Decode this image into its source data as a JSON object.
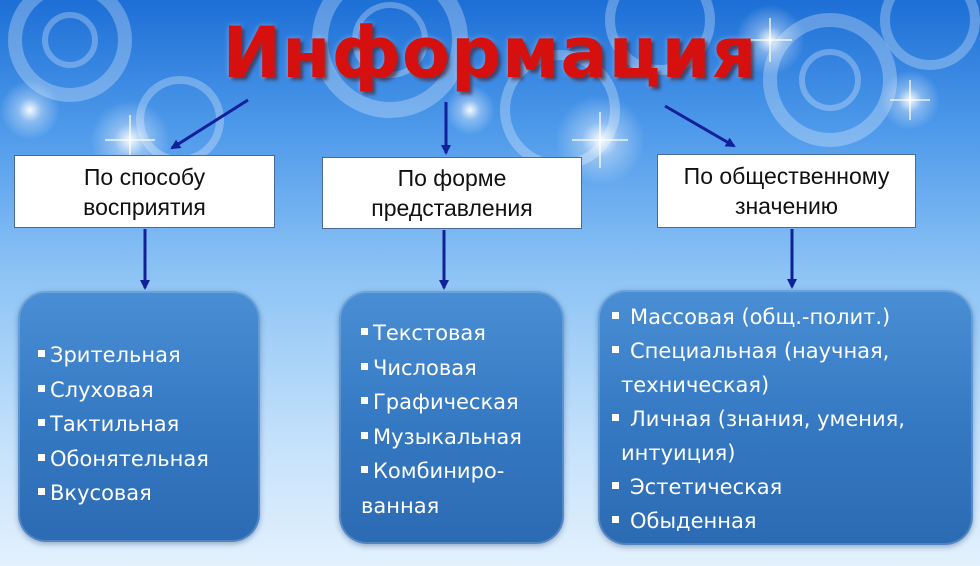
{
  "title": "Информация",
  "categories": [
    {
      "lines": [
        "По способу",
        "восприятия"
      ],
      "items": [
        {
          "lines": [
            "Зрительная"
          ]
        },
        {
          "lines": [
            "Слуховая"
          ]
        },
        {
          "lines": [
            "Тактильная"
          ]
        },
        {
          "lines": [
            "Обонятельная"
          ]
        },
        {
          "lines": [
            "Вкусовая"
          ]
        }
      ]
    },
    {
      "lines": [
        "По форме",
        "представления"
      ],
      "items": [
        {
          "lines": [
            "Текстовая"
          ]
        },
        {
          "lines": [
            "Числовая"
          ]
        },
        {
          "lines": [
            "Графическая"
          ]
        },
        {
          "lines": [
            "Музыкальная"
          ]
        },
        {
          "lines": [
            "Комбиниро-",
            "ванная"
          ]
        }
      ]
    },
    {
      "lines": [
        "По общественному",
        "значению"
      ],
      "items": [
        {
          "lines": [
            "Массовая (общ.-полит.)"
          ]
        },
        {
          "lines": [
            "Специальная (научная,",
            "техническая)"
          ]
        },
        {
          "lines": [
            "Личная (знания, умения,",
            "интуиция)"
          ]
        },
        {
          "lines": [
            "Эстетическая"
          ]
        },
        {
          "lines": [
            "Обыденная"
          ]
        }
      ]
    }
  ],
  "colors": {
    "title": "#d60f0f",
    "arrow": "#12209a",
    "panel": "#3478c2",
    "background_top": "#1d6fd6",
    "background_bottom": "#e3f1fd"
  }
}
